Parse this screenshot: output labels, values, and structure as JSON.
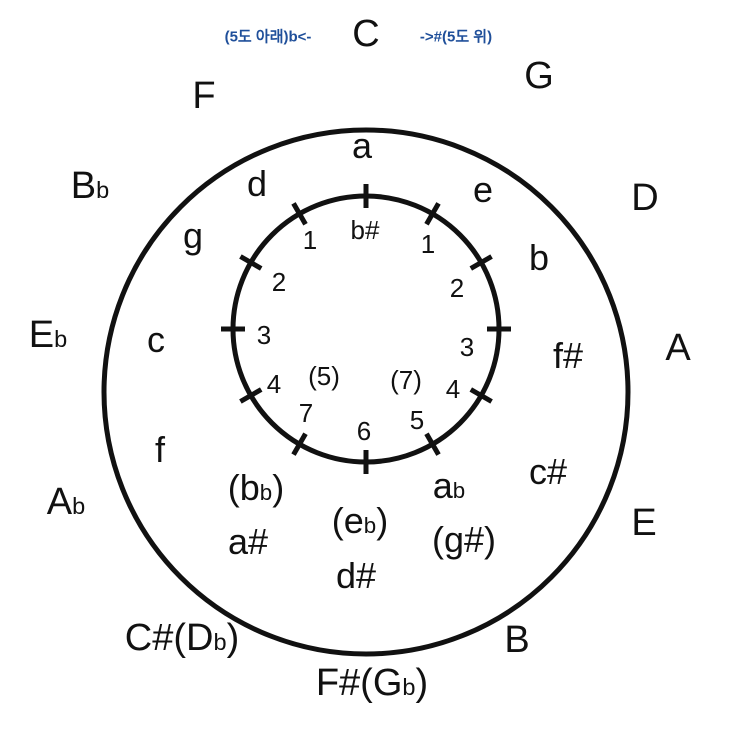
{
  "hints": {
    "flat_side": "(5도 아래)b<-",
    "sharp_side": "->#(5도 위)"
  },
  "major_keys": {
    "c": "C",
    "g": "G",
    "d": "D",
    "a": "A",
    "e": "E",
    "b": "B",
    "fsharp": {
      "main": "F#(G",
      "sub": "b",
      "close": ")"
    },
    "csharp": {
      "main": "C#(D",
      "sub": "b",
      "close": ")"
    },
    "aflat": {
      "main": "A",
      "sub": "b"
    },
    "eflat": {
      "main": "E",
      "sub": "b"
    },
    "bflat": {
      "main": "B",
      "sub": "b"
    },
    "f": "F"
  },
  "minor_keys": {
    "a": "a",
    "e": "e",
    "b": "b",
    "fsharp": "f#",
    "csharp": "c#",
    "gsharp": {
      "top_main": "a",
      "top_sub": "b",
      "bottom": "(g#)"
    },
    "dsharp": {
      "top_open": "(e",
      "top_sub": "b",
      "top_close": ")",
      "bottom": "d#"
    },
    "asharp": {
      "top_open": "(b",
      "top_sub": "b",
      "top_close": ")",
      "bottom": "a#"
    },
    "f": "f",
    "c": "c",
    "g": "g",
    "d": "d"
  },
  "inner_labels": {
    "top": "b#",
    "right": [
      "1",
      "2",
      "3",
      "4",
      "5"
    ],
    "left": [
      "1",
      "2",
      "3",
      "4",
      "7"
    ],
    "bottom": "6",
    "paren_left": "(5)",
    "paren_right": "(7)"
  }
}
